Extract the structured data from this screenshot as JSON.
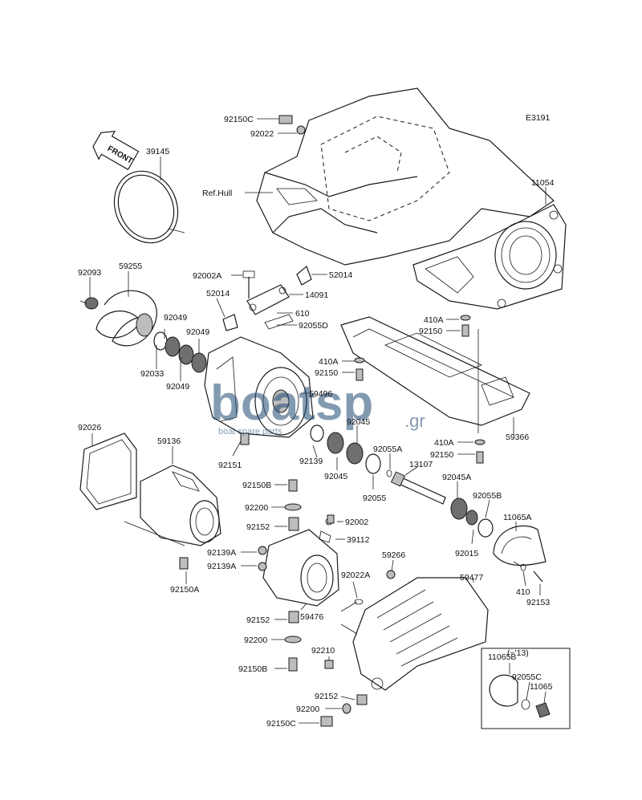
{
  "diagram": {
    "code": "E3191",
    "front_label": "FRONT",
    "ref_hull": "Ref.Hull",
    "callout_years": "(~'13)"
  },
  "watermark": {
    "main": "boatsp",
    "tld": ".gr",
    "tagline": "boat spare parts"
  },
  "labels": {
    "92150C_top": "92150C",
    "92022": "92022",
    "39145": "39145",
    "11054": "11054",
    "92093": "92093",
    "59255": "59255",
    "92002A": "92002A",
    "52014_r": "52014",
    "14091": "14091",
    "52014_l": "52014",
    "610": "610",
    "92055D": "92055D",
    "92049_a": "92049",
    "92049_b": "92049",
    "92033": "92033",
    "92049_c": "92049",
    "410A_a": "410A",
    "92150_a": "92150",
    "410A_b": "410A",
    "92150_b": "92150",
    "59496": "59496",
    "92026": "92026",
    "59136": "59136",
    "92151": "92151",
    "92045_a": "92045",
    "59366": "59366",
    "410A_c": "410A",
    "92150_c": "92150",
    "92139": "92139",
    "92045_b": "92045",
    "92055A": "92055A",
    "13107": "13107",
    "92055": "92055",
    "92045A": "92045A",
    "92150B_a": "92150B",
    "92055B": "92055B",
    "92200_a": "92200",
    "11065A": "11065A",
    "92002": "92002",
    "92152_a": "92152",
    "39112": "39112",
    "92015": "92015",
    "92139A_a": "92139A",
    "92139A_b": "92139A",
    "59266": "59266",
    "92150A": "92150A",
    "92022A": "92022A",
    "59477": "59477",
    "410": "410",
    "92153": "92153",
    "92152_b": "92152",
    "59476": "59476",
    "92200_b": "92200",
    "92210": "92210",
    "92150B_b": "92150B",
    "11065B": "11065B",
    "92055C": "92055C",
    "11065": "11065",
    "92152_c": "92152",
    "92200_c": "92200",
    "92150C_bot": "92150C"
  }
}
